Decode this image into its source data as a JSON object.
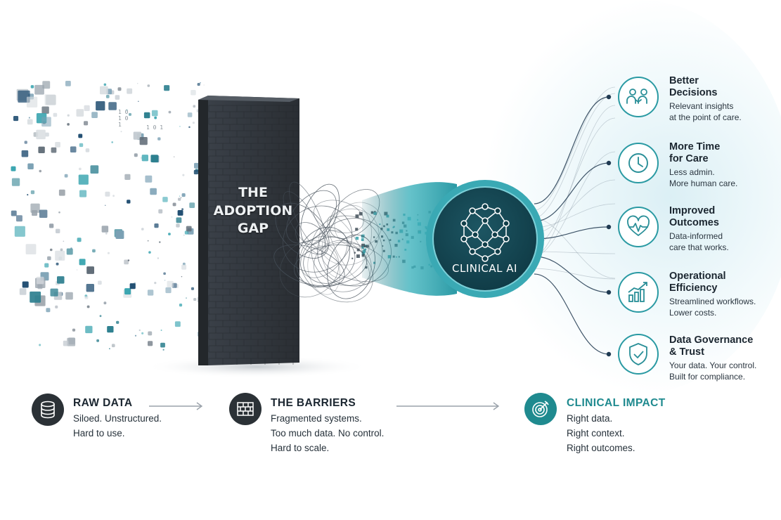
{
  "gap": {
    "lines": [
      "THE",
      "ADOPTION",
      "GAP"
    ]
  },
  "binary": [
    "1 0 1 0 1",
    "1 0 1"
  ],
  "ai_core": {
    "label": "CLINICAL AI"
  },
  "benefits": [
    {
      "title_lines": [
        "Better",
        "Decisions"
      ],
      "desc_lines": [
        "Relevant insights",
        "at the point of care."
      ],
      "icon": "people-icon"
    },
    {
      "title_lines": [
        "More Time",
        "for Care"
      ],
      "desc_lines": [
        "Less admin.",
        "More human care."
      ],
      "icon": "clock-icon"
    },
    {
      "title_lines": [
        "Improved",
        "Outcomes"
      ],
      "desc_lines": [
        "Data-informed",
        "care that works."
      ],
      "icon": "heartbeat-icon"
    },
    {
      "title_lines": [
        "Operational",
        "Efficiency"
      ],
      "desc_lines": [
        "Streamlined workflows.",
        "Lower costs."
      ],
      "icon": "growth-chart-icon"
    },
    {
      "title_lines": [
        "Data Governance",
        "& Trust"
      ],
      "desc_lines": [
        "Your data. Your control.",
        "Built for compliance."
      ],
      "icon": "shield-check-icon"
    }
  ],
  "stages": [
    {
      "title": "RAW DATA",
      "desc_lines": [
        "Siloed. Unstructured.",
        "Hard to use."
      ],
      "icon": "database-icon"
    },
    {
      "title": "THE BARRIERS",
      "desc_lines": [
        "Fragmented systems.",
        "Too much data. No control.",
        "Hard to scale."
      ],
      "icon": "brick-wall-icon"
    },
    {
      "title": "CLINICAL IMPACT",
      "desc_lines": [
        "Right data.",
        "Right context.",
        "Right outcomes."
      ],
      "icon": "target-icon"
    }
  ],
  "colors": {
    "teal": "#2a9aa3",
    "dark": "#2b2f34",
    "navy": "#1c4a6e",
    "impact": "#1f8a8f",
    "text": "#1b2630"
  }
}
